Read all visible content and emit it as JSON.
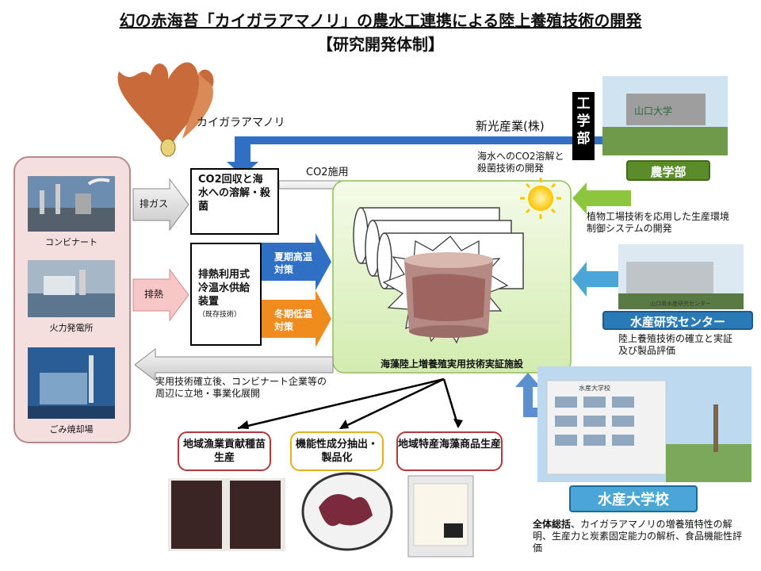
{
  "title": {
    "line1": "幻の赤海苔「カイガラアマノリ」の農水工連携による陸上養殖技術の開発",
    "line2": "【研究開発体制】"
  },
  "seaweed_label": "カイガラアマノリ",
  "company": "新光産業(株)",
  "faculty_engineering": "工学部",
  "faculty_engineering_note": "海水へのCO2溶解と殺菌技術の開発",
  "faculty_agriculture": "農学部",
  "faculty_agriculture_note": "植物工場技術を応用した生産環境制御システムの開発",
  "fisheries_center": "水産研究センター",
  "fisheries_center_note": "陸上養殖技術の確立と実証及び製品評価",
  "fisheries_college": "水産大学校",
  "fisheries_college_note_bold": "全体総括",
  "fisheries_college_note": "、カイガラアマノリの増養殖特性の解明、生産力と炭素固定能力の解析、食品機能性評価",
  "sources": {
    "items": [
      "コンビナート",
      "火力発電所",
      "ごみ焼却場"
    ]
  },
  "exhaust_gas": "排ガス",
  "exhaust_heat": "排熱",
  "co2_box": "CO2回収と海水への溶解・殺菌",
  "co2_apply": "CO2施用",
  "heat_box": "排熱利用式冷温水供給装置",
  "heat_box_sub": "（既存技術）",
  "summer": "夏期高温対策",
  "winter": "冬期低温対策",
  "facility": "海藻陸上増養殖実用技術実証施設",
  "deploy_note": "実用技術確立後、コンビナート企業等の周辺に立地・事業化展開",
  "products": [
    "地域漁業貢献種苗生産",
    "機能性成分抽出・製品化",
    "地域特産海藻商品生産"
  ],
  "colors": {
    "blue_arrow": "#2f6fc4",
    "green_arrow": "#8cc63f",
    "orange_arrow": "#f08c1e",
    "pink_panel": "#f4dede",
    "agri_green": "#5a8c2a",
    "fish_blue": "#2a7ab8"
  }
}
